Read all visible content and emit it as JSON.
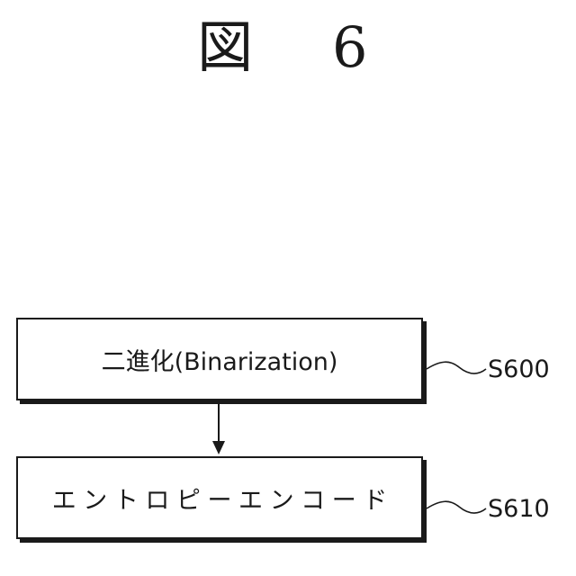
{
  "figure": {
    "title": "図 6"
  },
  "steps": [
    {
      "text": "二進化(Binarization)",
      "label": "S600"
    },
    {
      "text": "エントロピーエンコード",
      "label": "S610"
    }
  ]
}
